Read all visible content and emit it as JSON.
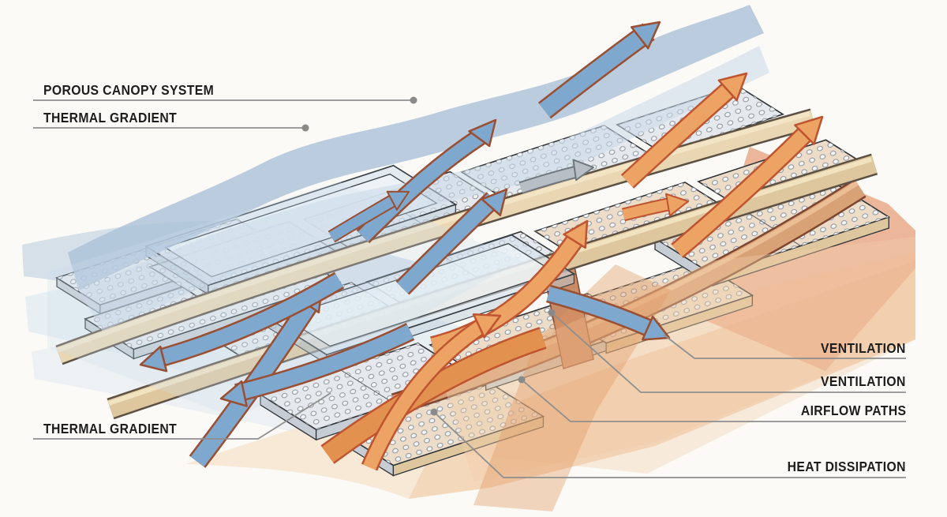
{
  "figure": {
    "type": "isometric-architecture-diagram",
    "subject": "Porous canopy system with thermal gradient sheets, ventilation openings, airflow paths and heat dissipation arrows"
  },
  "labels": {
    "porous_canopy_system": "POROUS CANOPY SYSTEM",
    "thermal_gradient_top": "THERMAL GRADIENT",
    "thermal_gradient_bottom": "THERMAL GRADIENT",
    "ventilation_1": "VENTILATION",
    "ventilation_2": "VENTILATION",
    "airflow_paths": "AIRFLOW PATHS",
    "heat_dissipation": "HEAT DISSIPATION"
  },
  "palette": {
    "background": "#fbfaf6",
    "label_text": "#1d1d1d",
    "leader_line": "#8f8f8f",
    "leader_dot": "#8a8a8a",
    "canopy_blue": "#aec3d9",
    "canopy_blue_light": "#c8d8e7",
    "sheet_blue_mid": "#b7cbde",
    "sheet_blue_pale": "#d8e5f0",
    "arrow_blue": "#7ea8cd",
    "arrow_outline_warm": "#9a4f33",
    "arrow_orange": "#eca364",
    "arrow_orange_deep": "#e3914f",
    "arrow_outline_orange": "#bf5430",
    "arrow_gray": "#b7bec5",
    "arrow_gray_outline": "#70787e",
    "sheet_peach": "#f6e7d3",
    "sheet_orange": "#f1cca8",
    "sheet_salmon": "#e9a585",
    "panel_face": "#e5e9ed",
    "panel_face_warm": "#ecdcc8",
    "panel_side": "#c7cdd4",
    "wood_light": "#e9d6b2",
    "wood_mid": "#dec69e",
    "wood_terracotta": "#d8a176",
    "outline_dark": "#2e3338",
    "glass_blue": "#d3e1ed"
  }
}
